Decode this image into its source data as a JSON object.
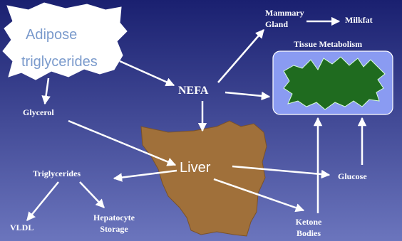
{
  "nodes": {
    "adipose_line1": "Adipose",
    "adipose_line2": "triglycerides",
    "nefa": "NEFA",
    "glycerol": "Glycerol",
    "liver": "Liver",
    "triglycerides": "Triglycerides",
    "vldl": "VLDL",
    "hepatocyte_line1": "Hepatocyte",
    "hepatocyte_line2": "Storage",
    "ketone_line1": "Ketone",
    "ketone_line2": "Bodies",
    "glucose": "Glucose",
    "mammary_line1": "Mammary",
    "mammary_line2": "Gland",
    "milkfat": "Milkfat",
    "tissue_metabolism": "Tissue Metabolism"
  },
  "colors": {
    "background_top": "#1a2070",
    "background_bottom": "#6b75bd",
    "adipose_cloud": "#ffffff",
    "liver": "#a0703a",
    "tissue_box": "#8a9bf2",
    "tissue_blob": "#1f6b1f",
    "arrows": "#ffffff"
  }
}
